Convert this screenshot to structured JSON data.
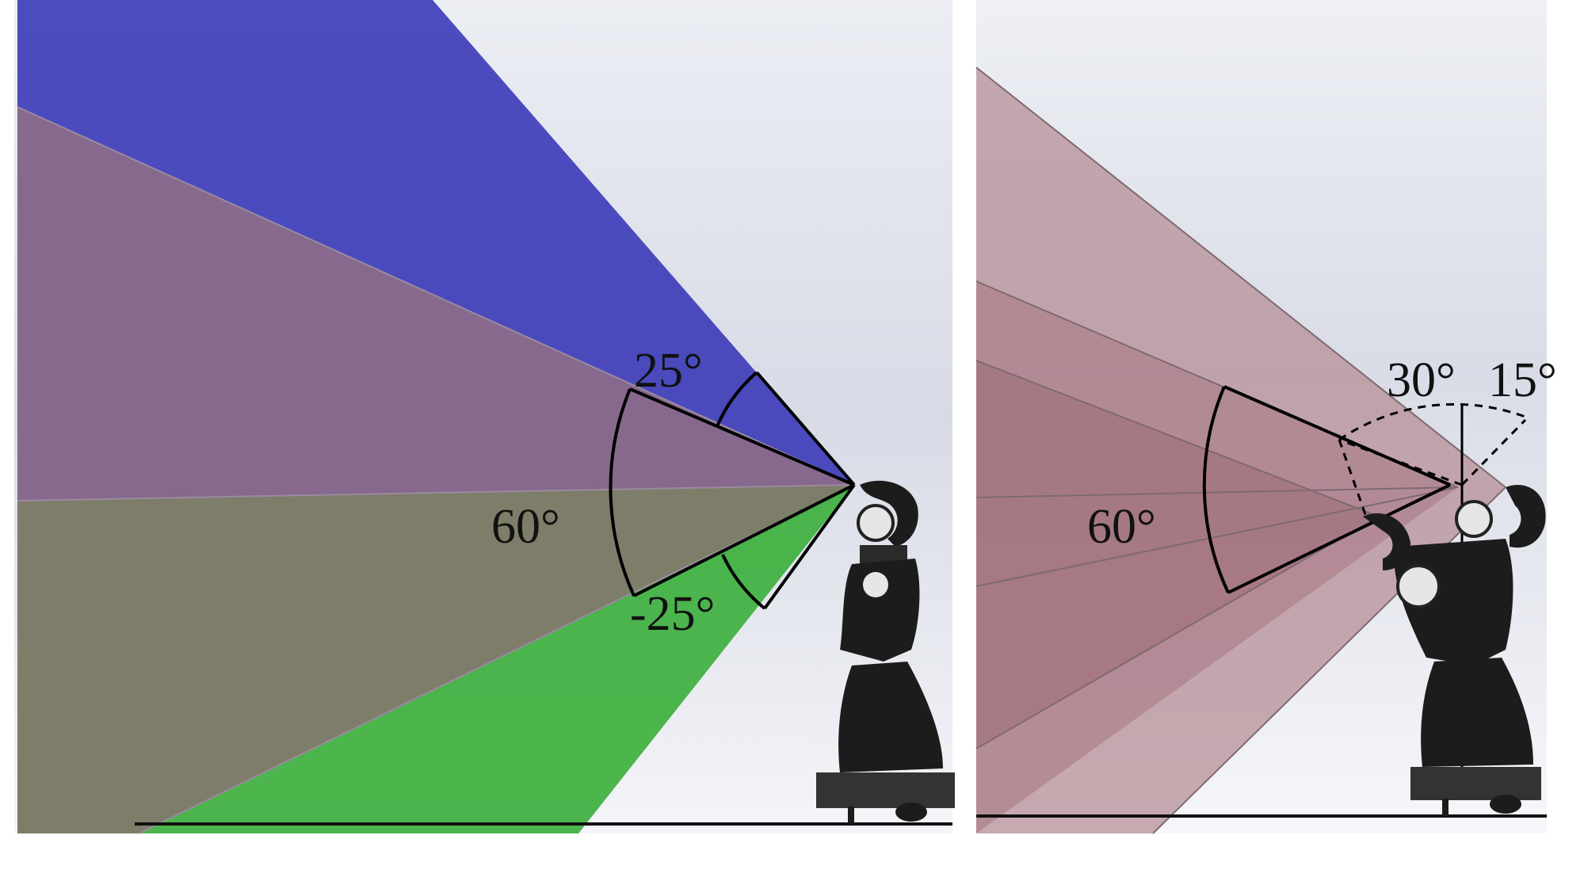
{
  "panels": {
    "left": {
      "angle_labels": {
        "up": "25°",
        "fov": "60°",
        "down": "-25°"
      },
      "colors": {
        "upper_fov": "#3a3ab8",
        "center_fov": "#8a6a8a",
        "lower_fov": "#3aae3a",
        "overlap": "#7f7b6a"
      }
    },
    "right": {
      "angle_labels": {
        "tilt_back": "30°",
        "tilt_forward": "15°",
        "fov": "60°"
      },
      "colors": {
        "fov": "#b48a93"
      }
    }
  }
}
